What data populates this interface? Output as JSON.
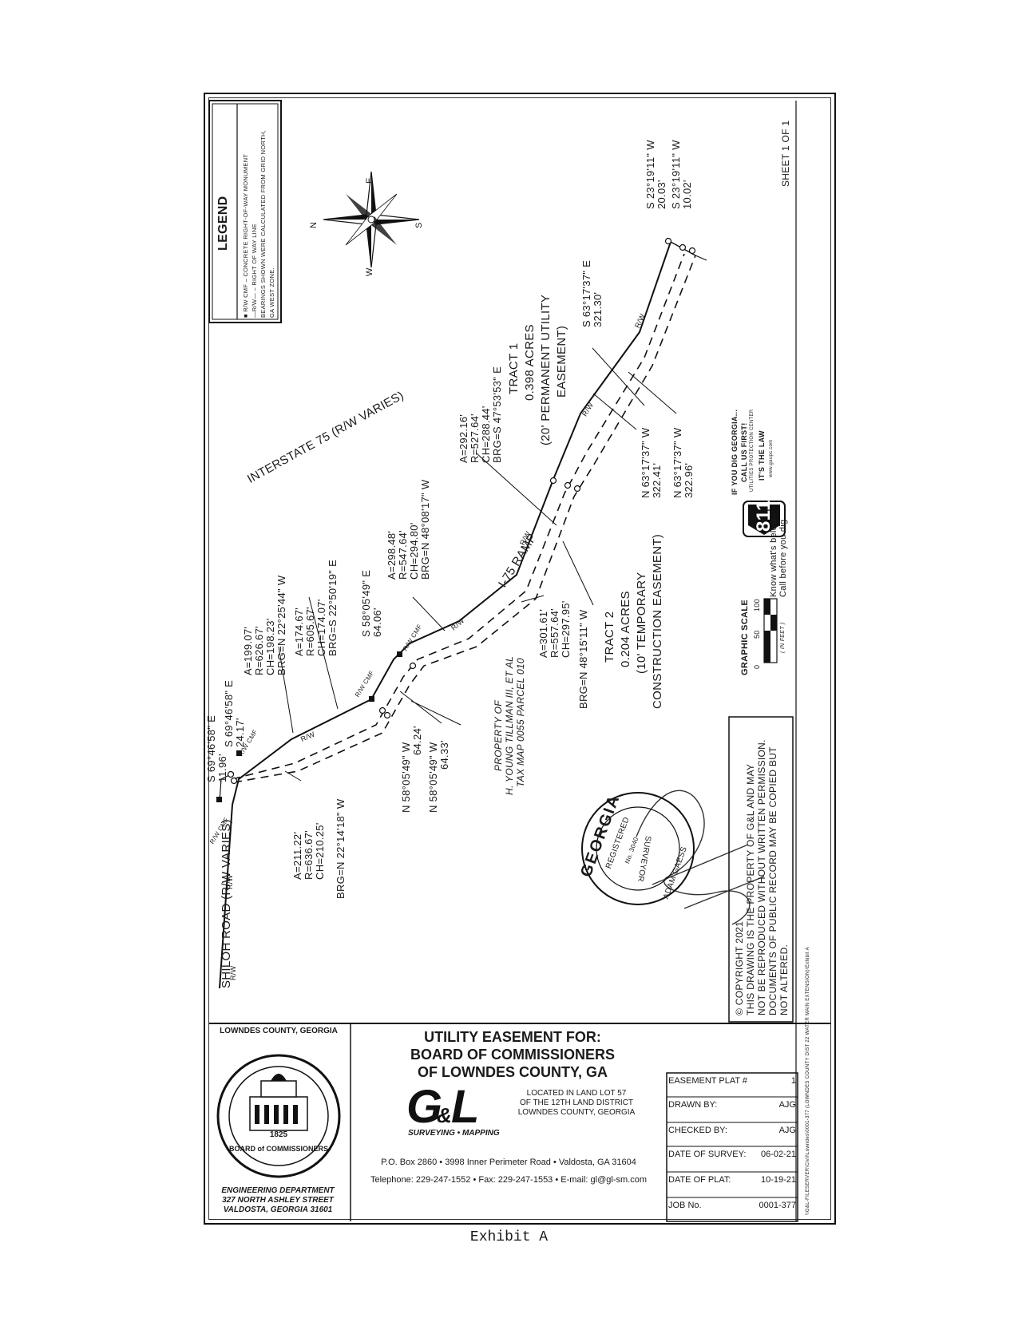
{
  "legend": {
    "title": "LEGEND",
    "line1": "■ R/W CMF – CONCRETE RIGHT-OF-WAY MONUMENT",
    "line2": "—R/W— – RIGHT OF WAY LINE",
    "line3": "BEARINGS SHOWN WERE CALCULATED FROM GRID NORTH,",
    "line4": "GA WEST ZONE."
  },
  "north_arrow": {
    "n": "N",
    "s": "S",
    "e": "E",
    "w": "W"
  },
  "sheet": "SHEET 1 OF 1",
  "roads": {
    "interstate": "INTERSTATE 75 (R/W VARIES)",
    "shiloh": "SHILOH ROAD (R/W VARIES)",
    "ramp": "I-75 RAMP"
  },
  "line_labels": {
    "rw": "R/W",
    "rw_cmf": "R/W CMF"
  },
  "bearings": {
    "b1a": "S 23°19'11\" W",
    "b1b": "20.03'",
    "b2a": "S 23°19'11\" W",
    "b2b": "10.02'",
    "b3a": "S 63°17'37\" E",
    "b3b": "321.30'",
    "b4a": "N 63°17'37\" W",
    "b4b": "322.41'",
    "b5a": "N 63°17'37\" W",
    "b5b": "322.96'",
    "b6a": "S 69°46'58\" E",
    "b6b": "11.96'",
    "b7a": "S 69°46'58\" E",
    "b7b": "24.17'",
    "b8a": "S 58°05'49\" E",
    "b8b": "64.06'",
    "b9a": "N 58°05'49\" W",
    "b9b": "64.24'",
    "b10a": "N 58°05'49\" W",
    "b10b": "64.33'"
  },
  "curves": {
    "c1": [
      "A=292.16'",
      "R=527.64'",
      "CH=288.44'",
      "BRG=S 47°53'53\" E"
    ],
    "c2": [
      "A=298.48'",
      "R=547.64'",
      "CH=294.80'",
      "BRG=N 48°08'17\" W"
    ],
    "c3": [
      "A=301.61'",
      "R=557.64'",
      "CH=297.95'",
      "BRG=N 48°15'11\" W"
    ],
    "c4": [
      "A=199.07'",
      "R=626.67'",
      "CH=198.23'",
      "BRG=N 22°25'44\" W"
    ],
    "c5": [
      "A=174.67'",
      "R=605.67'",
      "CH=174.07'",
      "BRG=S 22°50'19\" E"
    ],
    "c6": [
      "A=211.22'",
      "R=636.67'",
      "CH=210.25'",
      "BRG=N 22°14'18\" W"
    ]
  },
  "tracts": {
    "t1": [
      "TRACT 1",
      "0.398 ACRES",
      "(20' PERMANENT UTILITY",
      "EASEMENT)"
    ],
    "t2": [
      "TRACT 2",
      "0.204 ACRES",
      "(10' TEMPORARY",
      "CONSTRUCTION EASEMENT)"
    ]
  },
  "property": [
    "PROPERTY OF",
    "H. YOUNG TILLMAN III, ET AL",
    "TAX MAP 0055 PARCEL 010"
  ],
  "dig": {
    "badge": "811",
    "line1": "Know what's below.",
    "line2": "Call before you dig.",
    "line3": "IF YOU DIG GEORGIA...",
    "line4": "CALL US FIRST!",
    "line5": "UTILITIES PROTECTION CENTER",
    "line6": "IT'S THE LAW",
    "line7": "www.gaupc.com"
  },
  "scale": {
    "title": "GRAPHIC SCALE",
    "t0": "0",
    "t50": "50",
    "t100": "100",
    "unit": "( IN FEET )"
  },
  "copyright": [
    "© COPYRIGHT 2021",
    "THIS DRAWING IS THE PROPERTY OF G&L AND MAY",
    "NOT BE REPRODUCED WITHOUT WRITTEN PERMISSION.",
    "DOCUMENTS OF PUBLIC RECORD MAY BE COPIED BUT",
    "NOT ALTERED."
  ],
  "seal": {
    "state": "GEORGIA",
    "registered": "REGISTERED",
    "surveyor": "SURVEYOR",
    "name": "ADAM GAESS",
    "number": "No. 3040"
  },
  "title_block": {
    "line1": "UTILITY EASEMENT FOR:",
    "line2": "BOARD OF COMMISSIONERS",
    "line3": "OF LOWNDES COUNTY, GA",
    "loc1": "LOCATED IN LAND LOT 57",
    "loc2": "OF THE 12TH LAND DISTRICT",
    "loc3": "LOWNDES COUNTY,    GEORGIA",
    "logo": "G&L",
    "logo_sub": "SURVEYING • MAPPING",
    "address": "P.O. Box 2860  •  3998 Inner Perimeter Road  •  Valdosta, GA 31604",
    "phone": "Telephone: 229-247-1552  •  Fax: 229-247-1553  •  E-mail: gl@gl-sm.com",
    "county_seal_top": "LOWNDES COUNTY, GEORGIA",
    "county_seal_bottom": "BOARD of COMMISSIONERS",
    "county_seal_year": "1825",
    "dept1": "ENGINEERING DEPARTMENT",
    "dept2": "327 NORTH ASHLEY STREET",
    "dept3": "VALDOSTA, GEORGIA 31601"
  },
  "info_table": [
    {
      "label": "EASEMENT PLAT #",
      "value": "1"
    },
    {
      "label": "DRAWN BY:",
      "value": "AJG"
    },
    {
      "label": "CHECKED BY:",
      "value": "AJG"
    },
    {
      "label": "DATE OF SURVEY:",
      "value": "06-02-21"
    },
    {
      "label": "DATE OF PLAT:",
      "value": "10-19-21"
    },
    {
      "label": "JOB No.",
      "value": "0001-377"
    }
  ],
  "file_path": "\\\\G&L-FILESERVER\\Civil\\Lowndes\\0001-377 (LOWNDES COUNTY DIST 22 WATER MAIN EXTENSION)\\Exhibit A",
  "exhibit": "Exhibit A"
}
